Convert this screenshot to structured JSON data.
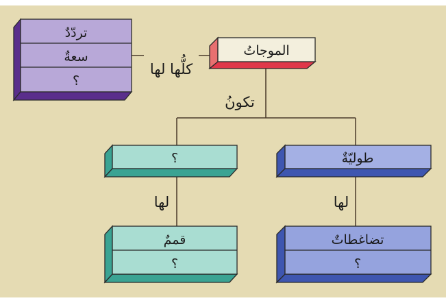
{
  "root": {
    "label": "الموجاتُ"
  },
  "properties": {
    "rows": [
      "تردّدٌ",
      "سعةٌ",
      "؟"
    ]
  },
  "edge_labels": {
    "all_have": "كلُّها لها",
    "consist_of": "تكونُ",
    "longitudinal_has": "لها",
    "transverse_has": "لها"
  },
  "types": {
    "transverse": {
      "label": "؟",
      "features": [
        "قممٌ",
        "؟"
      ]
    },
    "longitudinal": {
      "label": "طوليّةٌ",
      "features": [
        "تضاغطاتٌ",
        "؟"
      ]
    }
  },
  "colors": {
    "background": "#e5dbb3",
    "purple": "#b8a8d8",
    "purple_dark": "#5a2e8c",
    "root": "#f3efdd",
    "root_side": "#e0384a",
    "teal": "#a9ddd2",
    "teal_dark": "#3aa393",
    "blue": "#9aa9e0",
    "blue_dark": "#3e56b0"
  }
}
